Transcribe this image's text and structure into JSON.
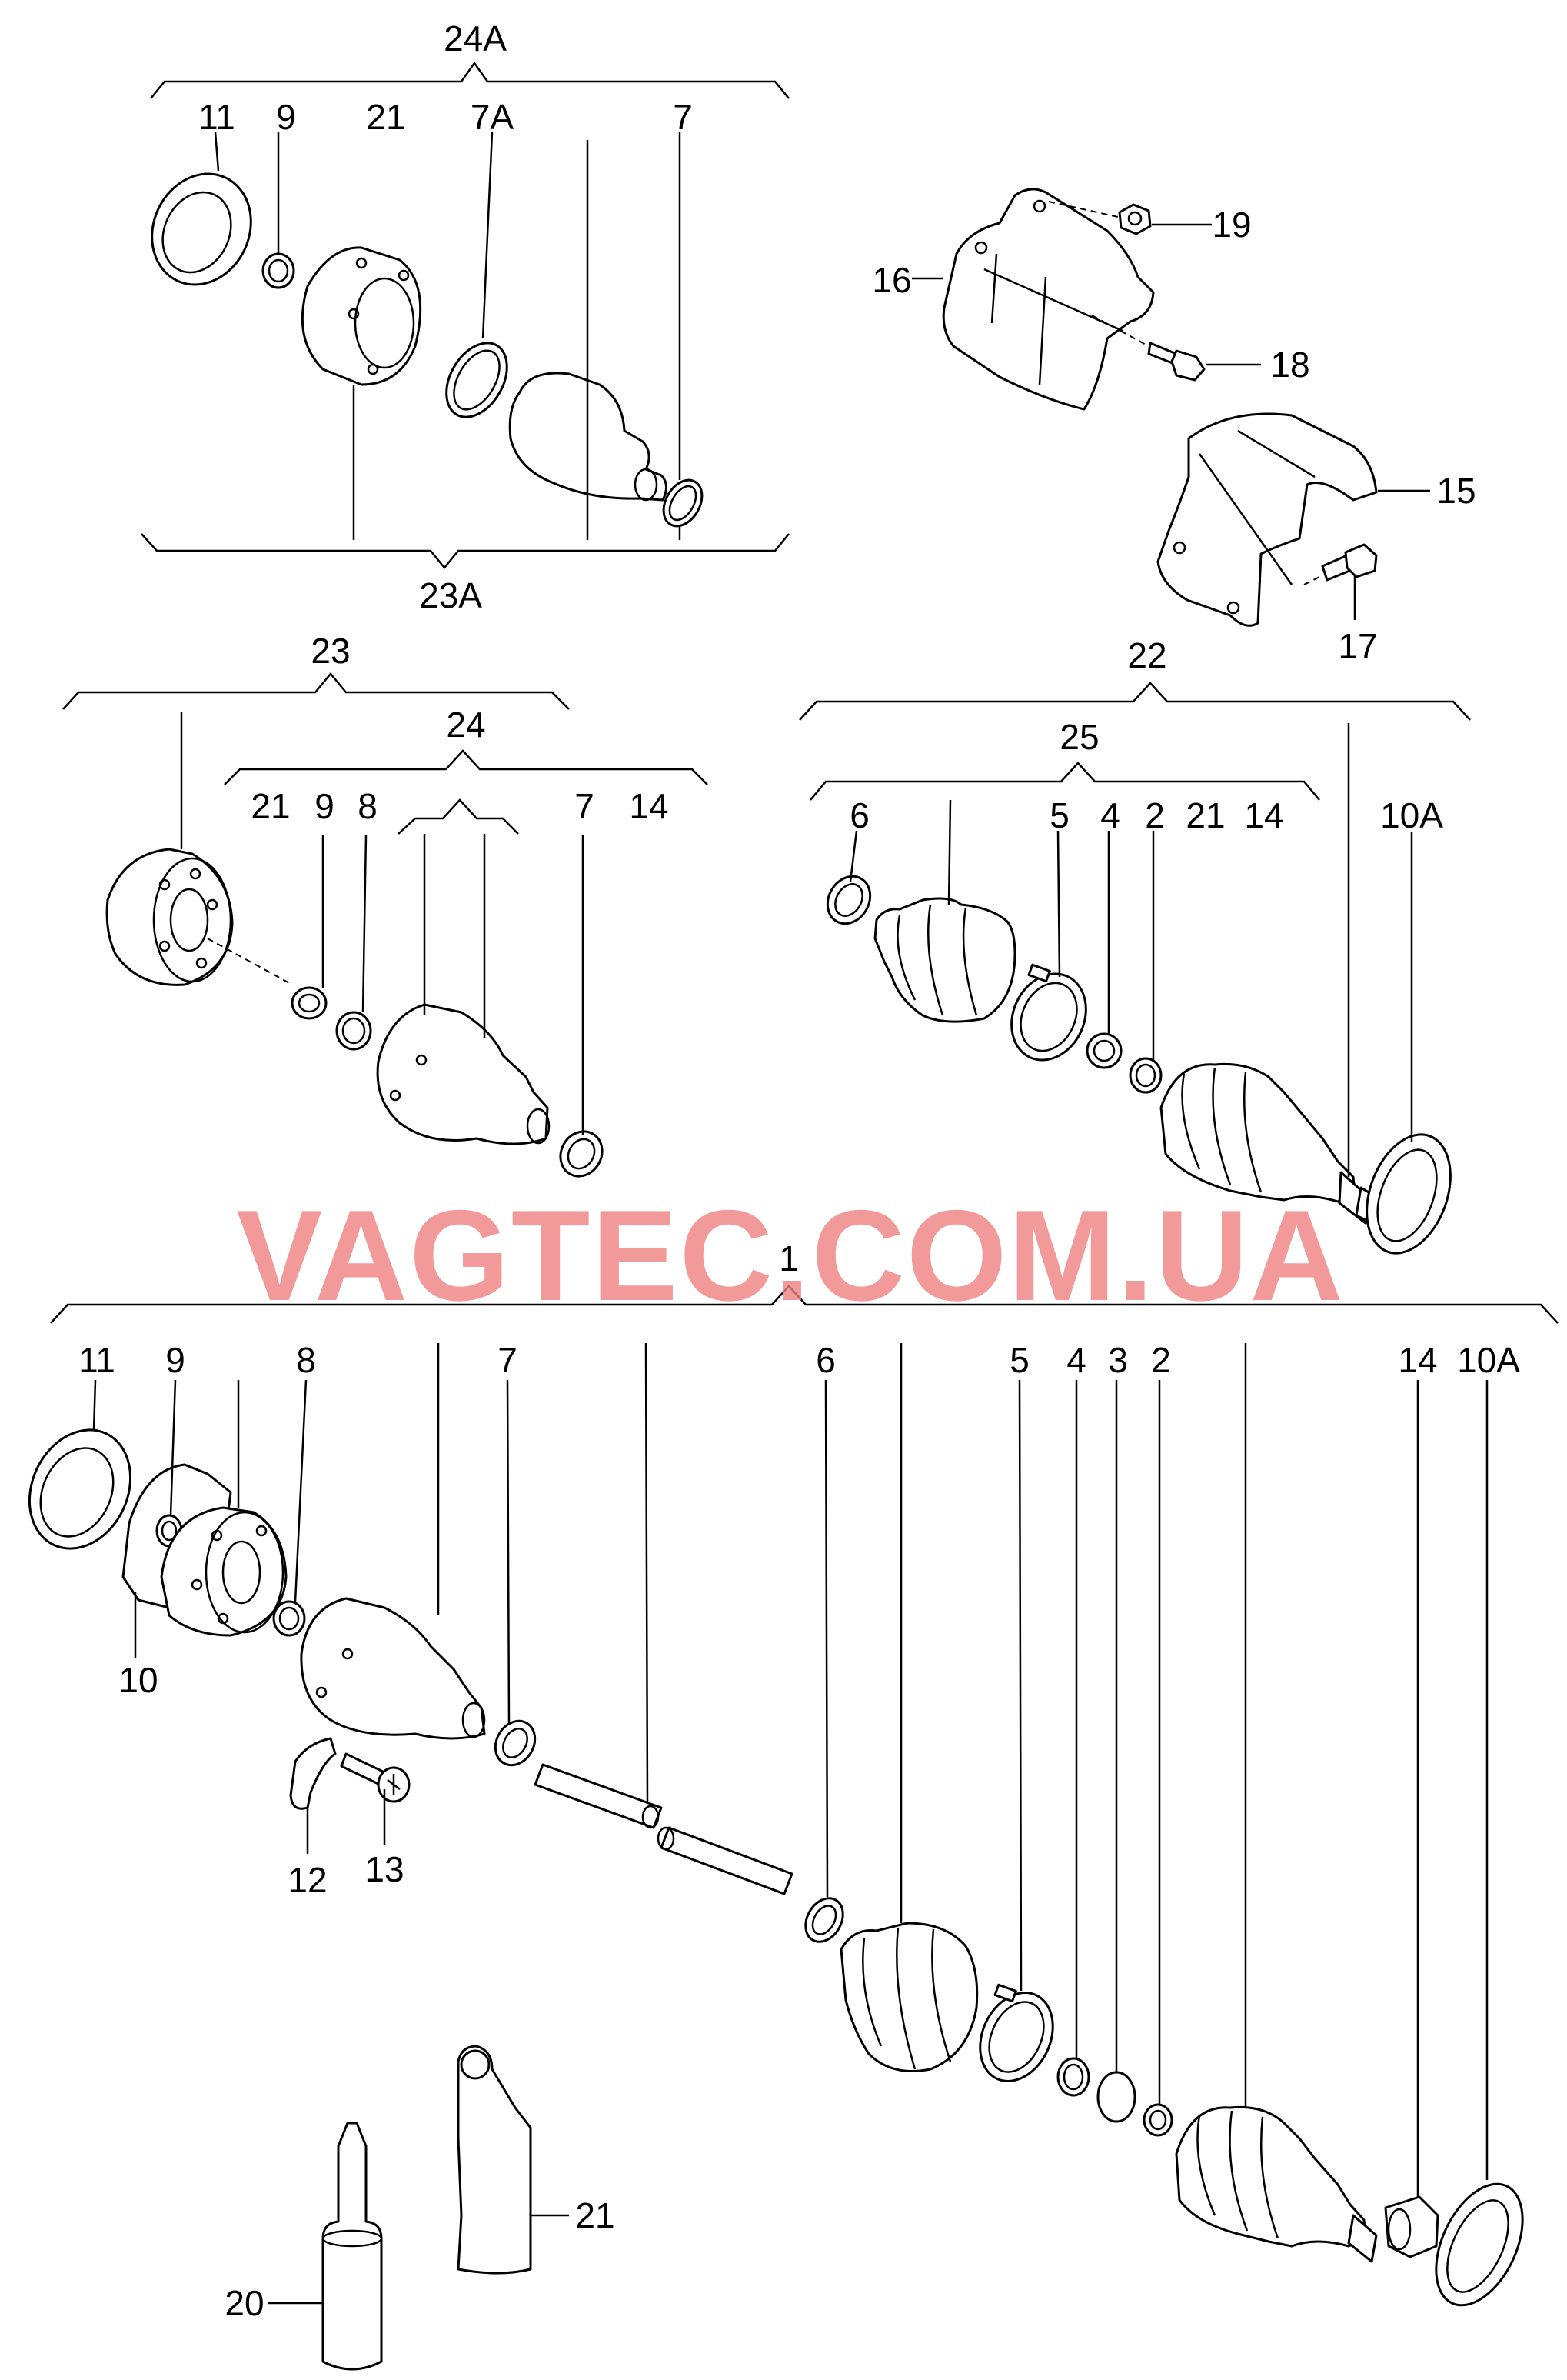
{
  "watermark": "VAGTEC.COM.UA",
  "callouts": {
    "g24A": "24A",
    "g23A": "23A",
    "g23": "23",
    "g24": "24",
    "g22": "22",
    "g25": "25",
    "g1": "1",
    "a11": "11",
    "a9": "9",
    "a21": "21",
    "a7A": "7A",
    "a7": "7",
    "s16": "16",
    "s19": "19",
    "s18": "18",
    "s15": "15",
    "s17": "17",
    "b21": "21",
    "b9": "9",
    "b8": "8",
    "b7": "7",
    "b14": "14",
    "c6": "6",
    "c5": "5",
    "c4": "4",
    "c2": "2",
    "c21": "21",
    "c14": "14",
    "c10A": "10A",
    "d11": "11",
    "d9": "9",
    "d8": "8",
    "d7": "7",
    "d6": "6",
    "d5": "5",
    "d4": "4",
    "d3": "3",
    "d2": "2",
    "d14": "14",
    "d10A": "10A",
    "d10": "10",
    "d12": "12",
    "d13": "13",
    "d20": "20",
    "d21": "21"
  }
}
